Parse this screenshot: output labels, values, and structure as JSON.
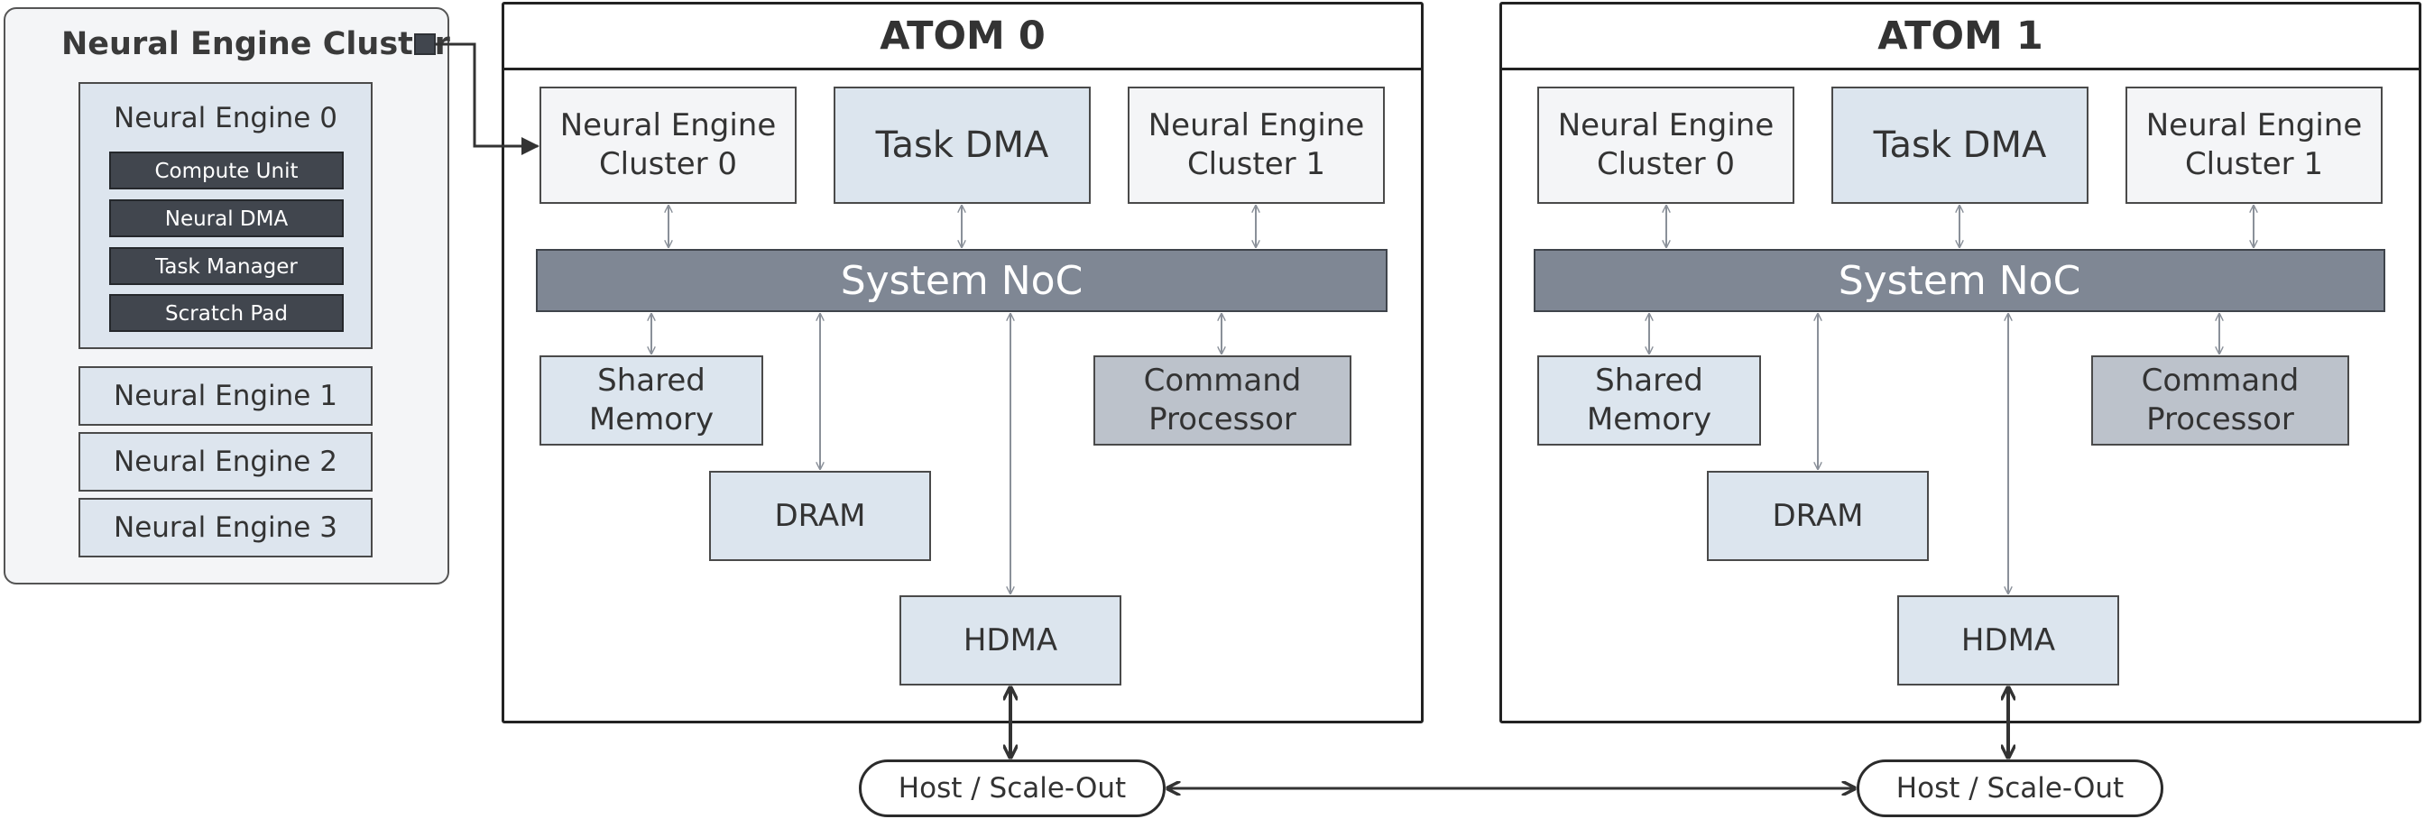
{
  "cluster": {
    "title": "Neural Engine Cluster",
    "engine0": {
      "title": "Neural Engine 0",
      "units": [
        "Compute Unit",
        "Neural DMA",
        "Task Manager",
        "Scratch Pad"
      ]
    },
    "engines": [
      "Neural Engine 1",
      "Neural Engine 2",
      "Neural Engine 3"
    ]
  },
  "atoms": [
    {
      "title": "ATOM 0",
      "cluster0": [
        "Neural Engine",
        "Cluster 0"
      ],
      "task_dma": "Task DMA",
      "cluster1": [
        "Neural Engine",
        "Cluster 1"
      ],
      "noc": "System NoC",
      "shared_memory": [
        "Shared",
        "Memory"
      ],
      "command_processor": [
        "Command",
        "Processor"
      ],
      "dram": "DRAM",
      "hdma": "HDMA"
    },
    {
      "title": "ATOM 1",
      "cluster0": [
        "Neural Engine",
        "Cluster 0"
      ],
      "task_dma": "Task DMA",
      "cluster1": [
        "Neural Engine",
        "Cluster 1"
      ],
      "noc": "System NoC",
      "shared_memory": [
        "Shared",
        "Memory"
      ],
      "command_processor": [
        "Command",
        "Processor"
      ],
      "dram": "DRAM",
      "hdma": "HDMA"
    }
  ],
  "hosts": [
    "Host / Scale-Out",
    "Host / Scale-Out"
  ],
  "colors": {
    "block_light": "#f4f5f7",
    "block_blue": "#dce5ee",
    "command_processor": "#bcc2cb",
    "noc": "#7f8794",
    "subunit": "#41464e",
    "link": "#8a9099",
    "bus": "#333333"
  }
}
